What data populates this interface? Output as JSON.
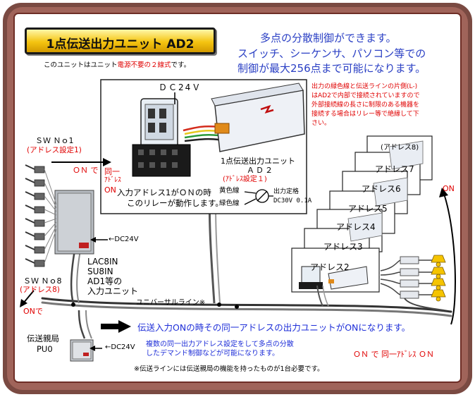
{
  "header": {
    "title": "1点伝送出力ユニット AD2",
    "note_prefix": "このユニットはユニット",
    "note_highlight": "電源不要の２線式",
    "note_suffix": "です。"
  },
  "headline": {
    "line1": "多点の分散制御ができます。",
    "line2": "スイッチ、シーケンサ、パソコン等での",
    "line3": "制御が最大256点まで可能になります。"
  },
  "wiring_note": "出力の緑色線と伝送ラインの片側(L-)\nはAD2で内部で接続されていますので\n外部接続線の長さに制限のある機器を\n接続する場合はリレー等で絶縁して下\nさい。",
  "ad2_panel": {
    "power_label": "ＤＣ24Ｖ",
    "unit_name": "1点伝送出力ユニット",
    "model": "ＡＤ２",
    "address_setting": "(ｱﾄﾞﾚｽ設定１)",
    "yellow_wire": "黄色線",
    "green_wire": "緑色線",
    "rating_label": "出力定格",
    "rating_value": "DC30V 0.1A",
    "relay_note_1": "入力アドレス1がＯＮの時",
    "relay_note_2": "このリレーが動作します。"
  },
  "switches": {
    "first_label": "ＳＷ Ｎｏ1",
    "first_address": "(アドレス設定1)",
    "last_label": "ＳＷ Ｎｏ8",
    "last_address": "(アドレス8)",
    "power_label": "←DC24V",
    "input_units": "LAC8IN\nSU8IN\nAD1等の\n入力ユニット"
  },
  "signals": {
    "on_de": "ＯＮ で",
    "same_address_1": "同一",
    "same_address_2": "ｱﾄﾞﾚｽ",
    "on": "ON",
    "on_left": "ONで",
    "bottom_on": "ＯＮ で  同一ｱﾄﾞﾚｽ  ＯＮ",
    "right_on": "ON"
  },
  "line": {
    "label": "ユニバーサルライン※",
    "transmission_note": "伝送入力ONの時その同一アドレスの出力ユニットがONになります。",
    "demand_note_1": "複数の同一出力アドレス設定をして多点の分散",
    "demand_note_2": "したデマンド制御などが可能になります。"
  },
  "master": {
    "title": "伝送親局",
    "model": "PU0",
    "power_label": "←DC24V"
  },
  "cards": {
    "8": "(アドレス8)",
    "7": "アドレス7",
    "6": "アドレス6",
    "5": "アドレス5",
    "4": "アドレス4",
    "3": "アドレス3",
    "2": "アドレス2"
  },
  "footer_note": "※伝送ラインには伝送親局の機能を持ったものが1台必要です。"
}
